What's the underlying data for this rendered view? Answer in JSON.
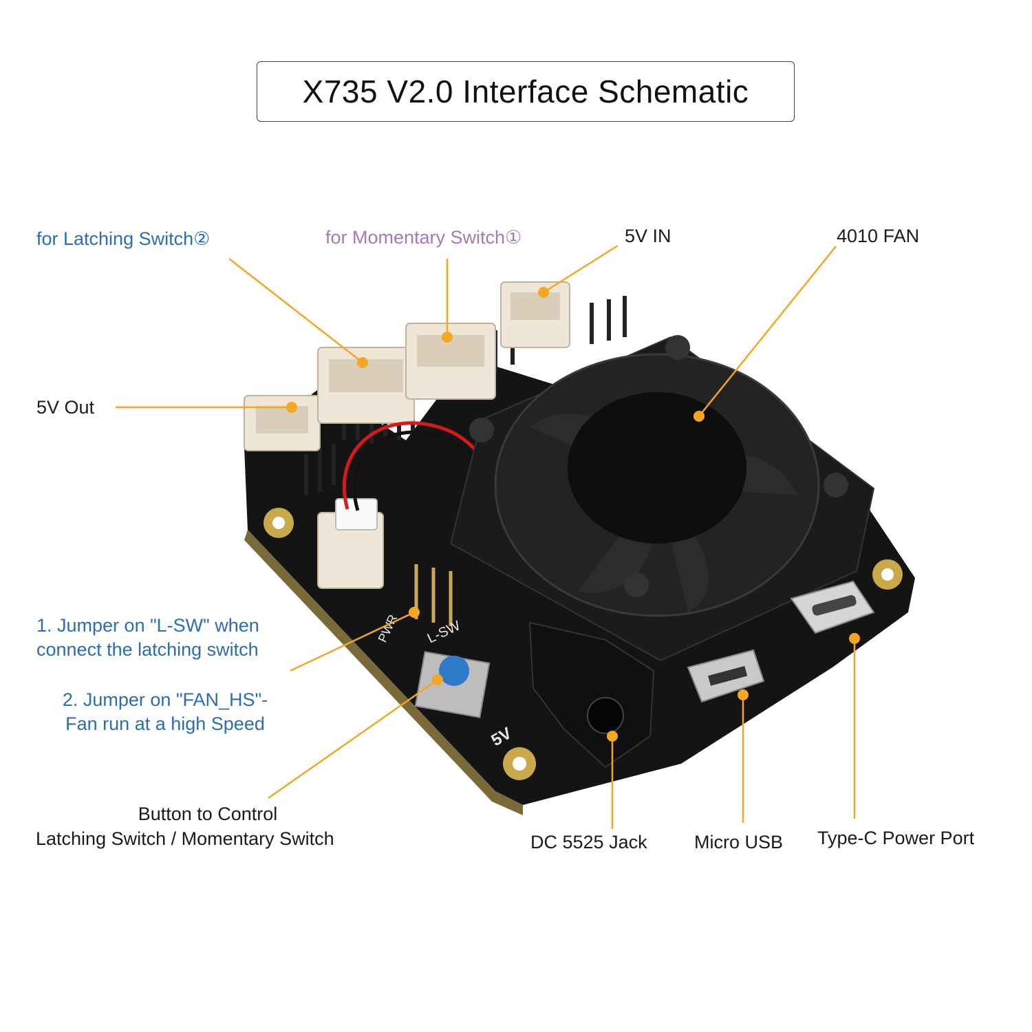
{
  "title": "X735 V2.0 Interface Schematic",
  "labels": {
    "latching_switch": "for Latching Switch②",
    "momentary_switch": "for Momentary Switch①",
    "five_v_in": "5V IN",
    "fan": "4010 FAN",
    "five_v_out": "5V Out",
    "jumper_1_line1": "1. Jumper on \"L-SW\" when",
    "jumper_1_line2": "connect the latching switch",
    "jumper_2_line1": "2. Jumper on \"FAN_HS\"-",
    "jumper_2_line2": "Fan run at a high Speed",
    "button_line1": "Button to Control",
    "button_line2": "Latching Switch / Momentary Switch",
    "dc_jack": "DC 5525 Jack",
    "micro_usb": "Micro USB",
    "type_c": "Type-C Power Port"
  },
  "silkscreen": {
    "lsw": "L-SW",
    "pwr": "PWR",
    "five_v": "5V"
  },
  "colors": {
    "leader": "#f5a623",
    "label_blue": "#2b6cb3",
    "label_purple": "#a877b8",
    "board": "#141414",
    "connector": "#efe6d8"
  }
}
